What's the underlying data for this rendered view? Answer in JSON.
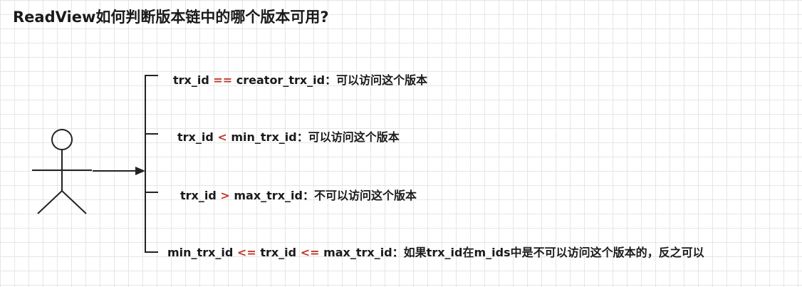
{
  "title": "ReadView如何判断版本链中的哪个版本可用?",
  "rules": [
    {
      "left": "trx_id",
      "op": "==",
      "right": "creator_trx_id",
      "result": "：可以访问这个版本"
    },
    {
      "left": "trx_id",
      "op": "<",
      "right": "min_trx_id",
      "result": "：可以访问这个版本"
    },
    {
      "left": "trx_id",
      "op": ">",
      "right": "max_trx_id",
      "result": "：不可以访问这个版本"
    },
    {
      "left": "min_trx_id",
      "op": "<=",
      "mid": "trx_id",
      "op2": "<=",
      "right": "max_trx_id",
      "result": "：如果trx_id在m_ids中是不可以访问这个版本的，反之可以"
    }
  ],
  "colors": {
    "operator": "#c0392b",
    "stroke": "#222222"
  },
  "icons": {
    "actor": "stick-figure-icon",
    "arrow": "arrow-right-icon"
  }
}
